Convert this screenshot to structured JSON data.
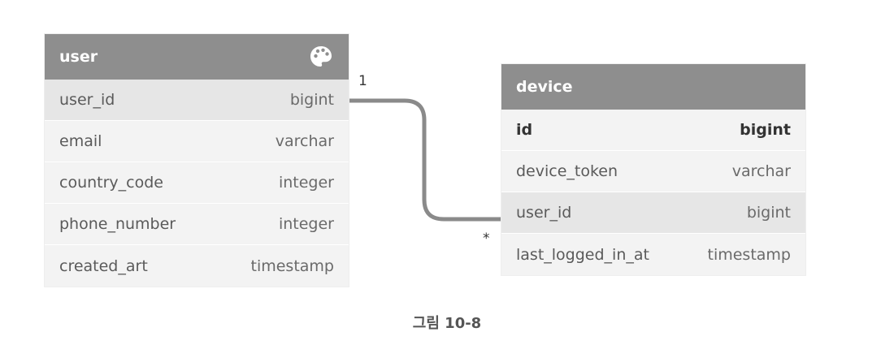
{
  "tables": {
    "user": {
      "name": "user",
      "columns": [
        {
          "name": "user_id",
          "type": "bigint"
        },
        {
          "name": "email",
          "type": "varchar"
        },
        {
          "name": "country_code",
          "type": "integer"
        },
        {
          "name": "phone_number",
          "type": "integer"
        },
        {
          "name": "created_art",
          "type": "timestamp"
        }
      ],
      "icon": "palette-icon"
    },
    "device": {
      "name": "device",
      "columns": [
        {
          "name": "id",
          "type": "bigint"
        },
        {
          "name": "device_token",
          "type": "varchar"
        },
        {
          "name": "user_id",
          "type": "bigint"
        },
        {
          "name": "last_logged_in_at",
          "type": "timestamp"
        }
      ]
    }
  },
  "relationship": {
    "from": "user.user_id",
    "to": "device.user_id",
    "from_cardinality": "1",
    "to_cardinality": "*"
  },
  "colors": {
    "header_bg": "#8e8e8e",
    "row_bg": "#f3f3f3",
    "highlight_bg": "#e6e6e6",
    "connector": "#8a8a8a"
  },
  "caption": "그림 10-8"
}
